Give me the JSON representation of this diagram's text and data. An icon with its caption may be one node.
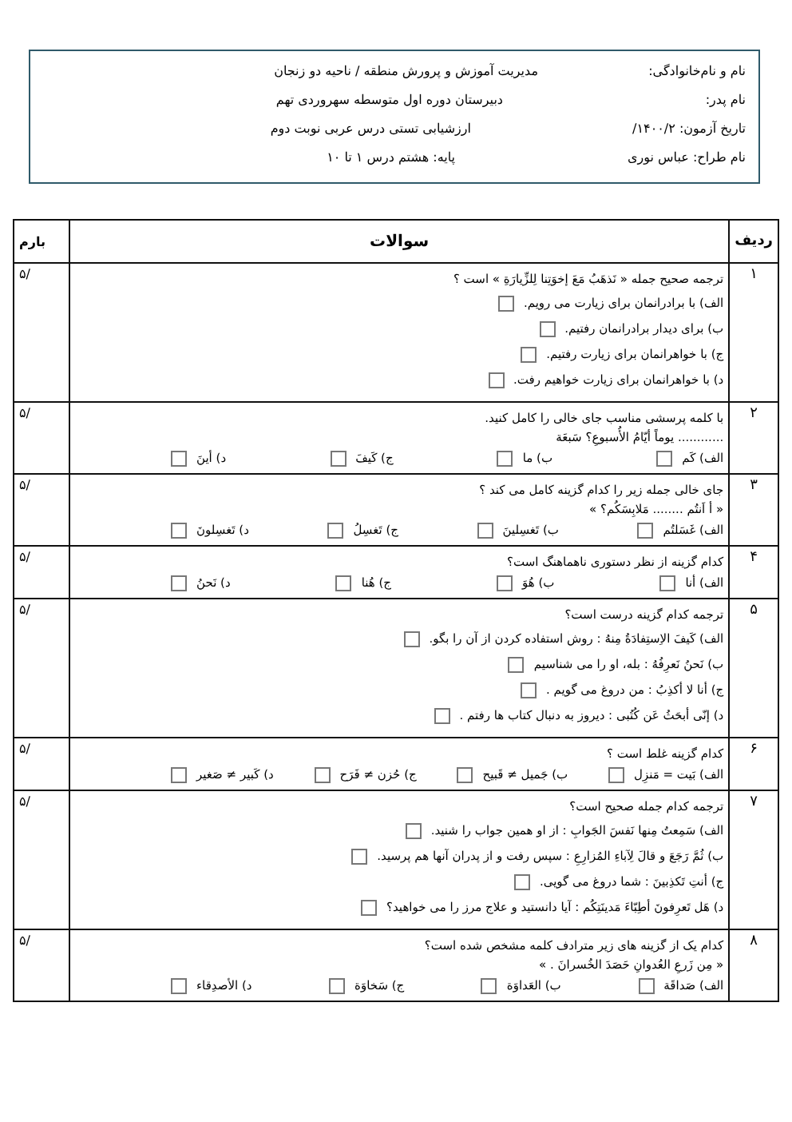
{
  "diagram": {
    "labels": [
      "نام و نام‌خانوادگی:",
      "مدیریت آموزش و پرورش منطقه / ناحیه دو زنجان",
      "نام پدر:",
      "دبیرستان دوره اول متوسطه سهروردی تهم",
      "تاریخ آزمون: ۱۴۰۰/۲/",
      "ارزشیابی تستی درس عربی نوبت دوم",
      "نام طراح: عباس نوری",
      "پایه: هشتم درس ۱ تا ۱۰",
      "ردیف",
      "سوالات",
      "بارم",
      "۱",
      "ترجمه صحیح جمله « نَذهَبُ مَعَ إخوَتِنا لِلزِّیارَةِ » است ؟",
      "الف) با برادرانمان برای زیارت می رویم.",
      "ب) برای دیدار برادرانمان رفتیم.",
      "ج) با خواهرانمان برای زیارت رفتیم.",
      "د) با خواهرانمان برای زیارت خواهیم رفت.",
      "/۵",
      "۲",
      "با کلمه پرسشی مناسب جای خالی را کامل کنید.",
      "............ یوماً أیّامُ الأُسبوعِ؟ سَبعَة",
      "الف) کَم",
      "ب) ما",
      "ج) کَیفَ",
      "د) أینَ",
      "/۵",
      "۳",
      "جای خالی جمله زیر را کدام گزینه کامل می کند ؟",
      "« أ اَنتُم ........ مَلابِسَکُم؟ »",
      "الف) غَسَلتُم",
      "ب) تَغسِلینَ",
      "ج) تَغسِلُ",
      "د) تَغسِلونَ",
      "/۵",
      "۴",
      "کدام گزینه از نظر دستوری ناهماهنگ است؟",
      "الف) أنا",
      "ب) هُوَ",
      "ج) هُنا",
      "د) نَحنُ",
      "/۵",
      "۵",
      "ترجمه کدام گزینه درست است؟",
      "الف) کَیفَ الاِستِفادَةُ مِنهُ : روش استفاده کردن از آن را بگو.",
      "ب) نَحنُ نَعرِفُهُ : بله، او را می شناسیم",
      "ج) أنا لا أکذِبُ : من دروغ می گویم .",
      "د) إنّی أبحَثُ عَن کُتُبی : دیروز به دنبال کتاب ها رفتم .",
      "/۵",
      "۶",
      "کدام گزینه غلط است ؟",
      "الف) بَیت = مَنزِل",
      "ب) جَمیل ≠ قَبیح",
      "ج) حُزن ≠ فَرَح",
      "د) کَبیر ≠ صَغیر",
      "/۵",
      "۷",
      "ترجمه کدام جمله صحیح است؟",
      "الف) سَمِعتُ مِنها نَفسَ الجَوابِ : از او همین جواب را شنید.",
      "ب) ثُمَّ رَجَعَ و قالَ لِآباءِ المُزارِعِ : سپس رفت و از پدران آنها هم پرسید.",
      "ج) أنتِ تَکذِبینَ : شما دروغ می گویی.",
      "د) هَل تَعرِفونَ أطِبّاءَ مَدینَتِکُم : آیا دانستید و علاج مرز را می خواهید؟",
      "/۵",
      "۸",
      "کدام یک از گزینه های زیر مترادف کلمه مشخص شده است؟",
      "« مِن زَرعِ العُدوانِ حَصَدَ الخُسرانَ . »",
      "الف) صَداقَة",
      "ب) العَداوَة",
      "ج) سَخاوَة",
      "د) الأصدِقاء",
      "/۵"
    ]
  }
}
